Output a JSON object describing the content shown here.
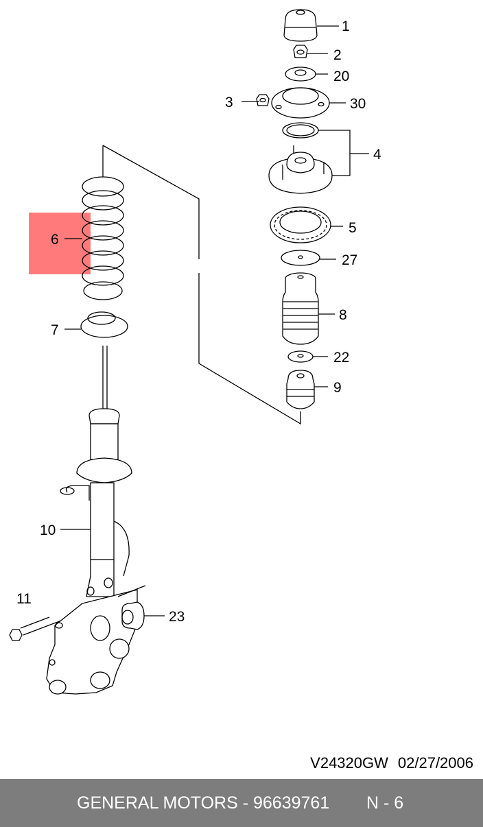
{
  "callouts": [
    "1",
    "2",
    "20",
    "3",
    "30",
    "4",
    "5",
    "27",
    "8",
    "22",
    "9",
    "6",
    "7",
    "10",
    "11",
    "23"
  ],
  "colors": {
    "highlight": "#ff7b7b",
    "footer_bg": "#7d7d7d",
    "line": "#000000"
  },
  "reference": {
    "code": "V24320GW",
    "date": "02/27/2006"
  },
  "footer": {
    "left_text": "GENERAL MOTORS - 96639761",
    "right_text": "N - 6"
  }
}
